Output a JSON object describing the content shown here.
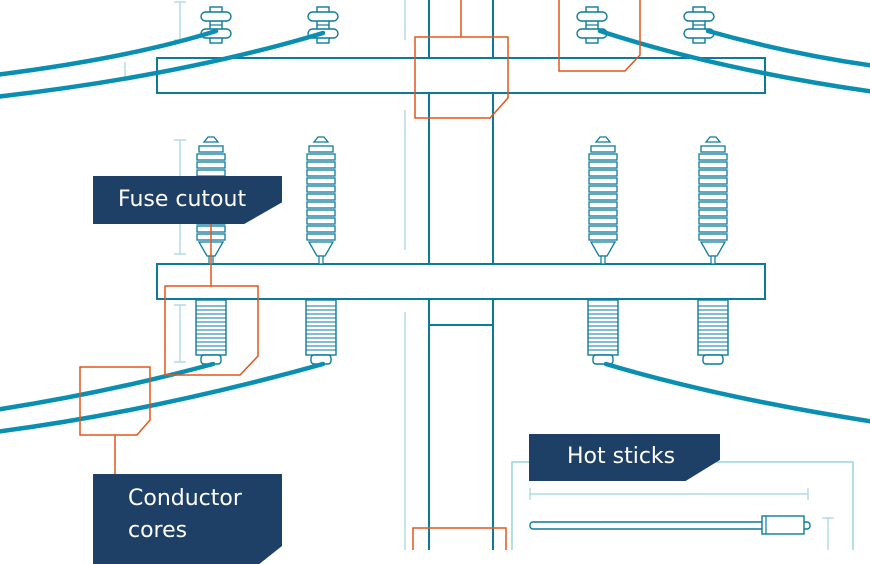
{
  "labels": {
    "fuse_cutout": "Fuse cutout",
    "conductor_cores_line1": "Conductor",
    "conductor_cores_line2": "cores",
    "hot_sticks": "Hot sticks"
  },
  "colors": {
    "structure": "#0d7a9c",
    "conductor": "#0a8fb2",
    "guide": "#9fd3e0",
    "callout": "#e0561b",
    "label_bg": "#1e3f66",
    "label_text": "#ffffff"
  }
}
